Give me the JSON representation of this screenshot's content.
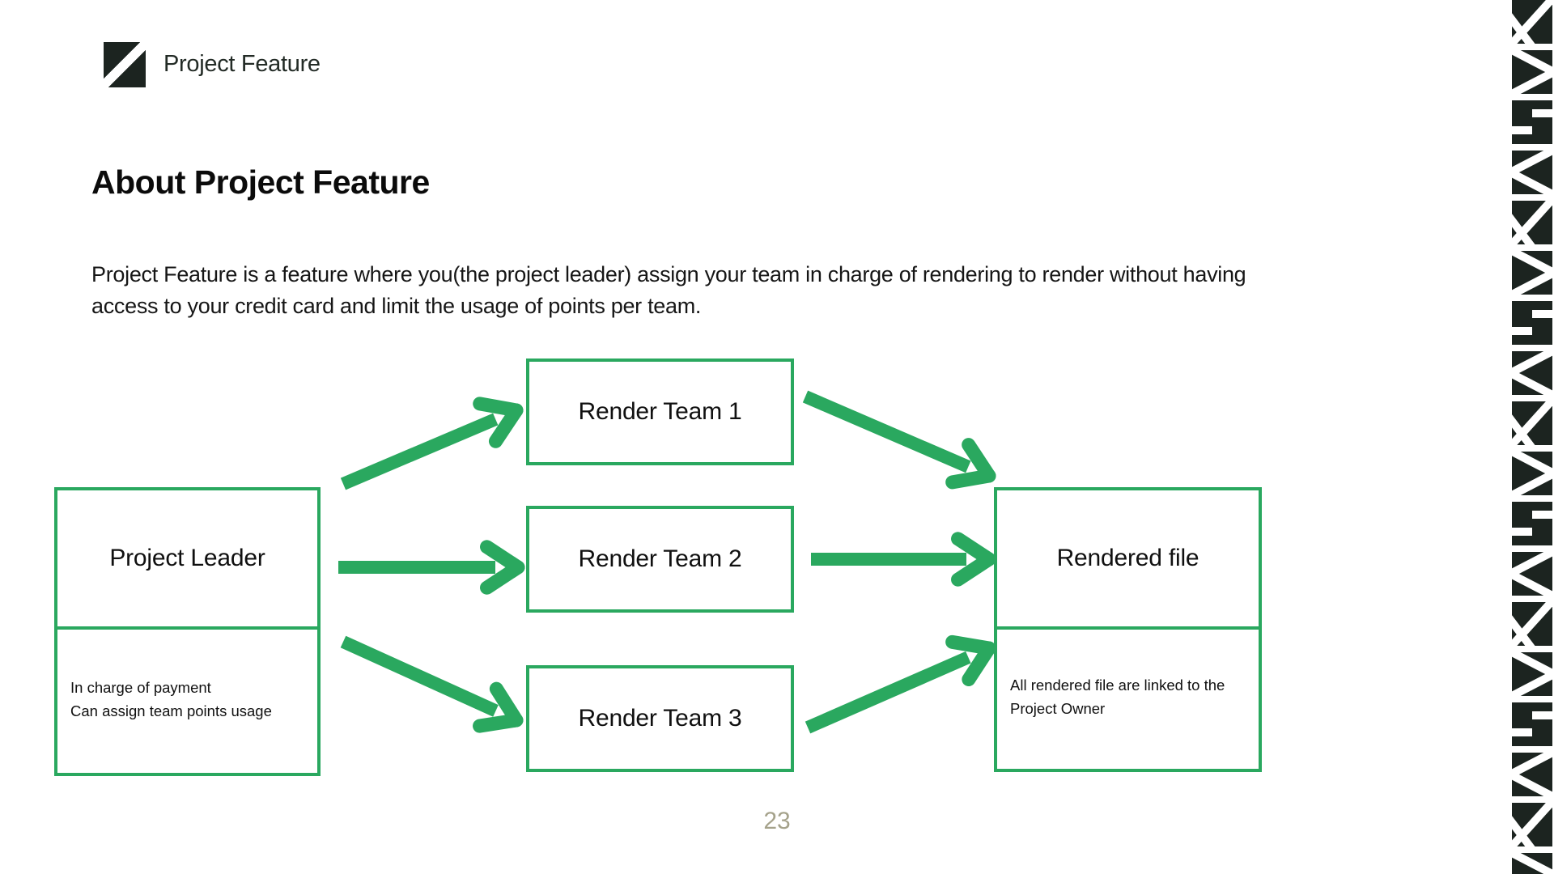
{
  "slide": {
    "brand": {
      "logo_icon": "diagonal-stripe-square",
      "brand_text": "Project Feature"
    },
    "heading": "About Project Feature",
    "paragraph": "Project Feature is a feature where you(the project leader) assign your team in charge of rendering to render without having\naccess to your credit card and limit the usage of points per team.",
    "page_number": "23"
  },
  "diagram": {
    "nodes": {
      "project_leader": {
        "label": "Project Leader",
        "note": "In charge of payment\nCan assign team points usage"
      },
      "render_team_1": {
        "label": "Render Team 1"
      },
      "render_team_2": {
        "label": "Render Team 2"
      },
      "render_team_3": {
        "label": "Render Team 3"
      },
      "rendered_file": {
        "label": "Rendered file",
        "note": "All rendered file are linked to the\nProject Owner"
      }
    },
    "connectors": [
      {
        "name": "arrow-leader-to-team1",
        "from": "project_leader",
        "to": "render_team_1"
      },
      {
        "name": "arrow-leader-to-team2",
        "from": "project_leader",
        "to": "render_team_2"
      },
      {
        "name": "arrow-leader-to-team3",
        "from": "project_leader",
        "to": "render_team_3"
      },
      {
        "name": "arrow-team1-to-rendered",
        "from": "render_team_1",
        "to": "rendered_file"
      },
      {
        "name": "arrow-team2-to-rendered",
        "from": "render_team_2",
        "to": "rendered_file"
      },
      {
        "name": "arrow-team3-to-rendered",
        "from": "render_team_3",
        "to": "rendered_file"
      }
    ]
  },
  "colors": {
    "accent_green": "#2aa85f",
    "dark_tile": "#1c2420",
    "page_number_color": "#a5a28b"
  }
}
